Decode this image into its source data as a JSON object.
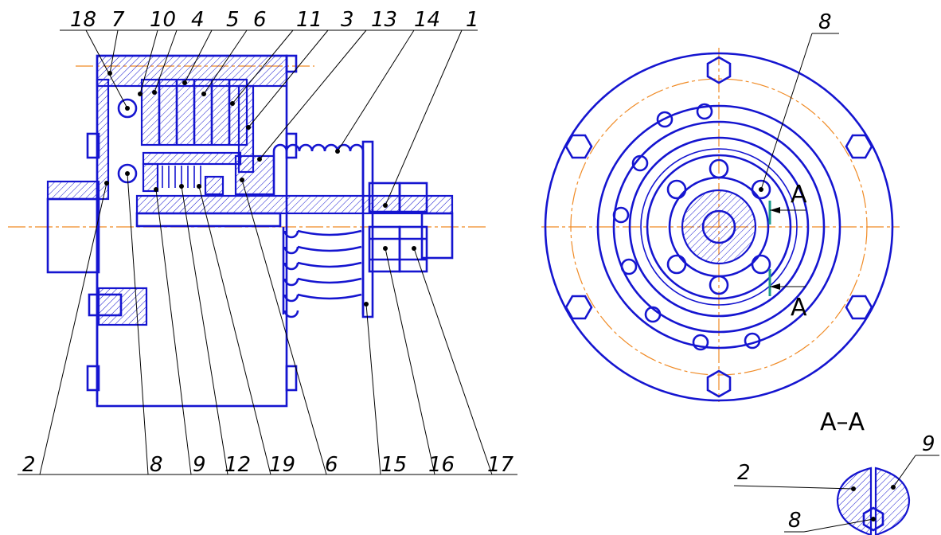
{
  "callouts_left": {
    "top": [
      "18",
      "7",
      "10",
      "4",
      "5",
      "6",
      "11",
      "3",
      "13",
      "14",
      "1"
    ],
    "bottom": [
      "2",
      "8",
      "9",
      "12",
      "19",
      "6",
      "15",
      "16",
      "17"
    ]
  },
  "right_view": {
    "top_callout": "8",
    "section_mark_upper": "A",
    "section_mark_lower": "A"
  },
  "section_view": {
    "title": "A–A",
    "callouts": [
      "2",
      "9",
      "8"
    ]
  },
  "colors": {
    "outline": "#1515d0",
    "axis": "#f08a24",
    "section_marker": "#1a9a8a"
  }
}
